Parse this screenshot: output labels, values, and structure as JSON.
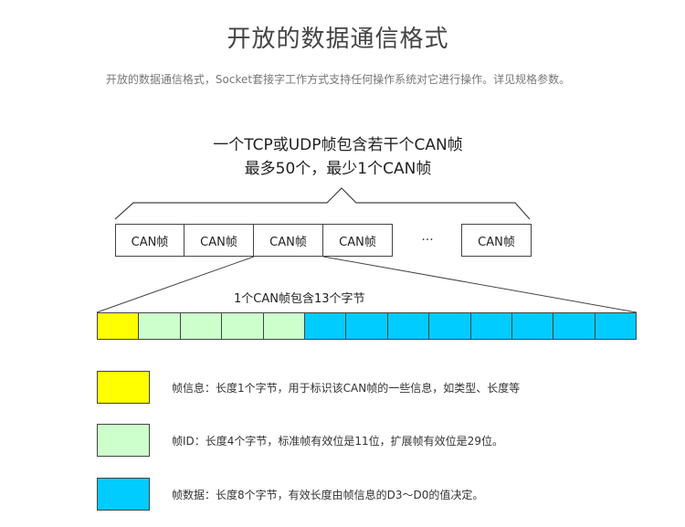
{
  "header": {
    "title": "开放的数据通信格式",
    "subtitle": "开放的数据通信格式，Socket套接字工作方式支持任何操作系统对它进行操作。详见规格参数。"
  },
  "diagram": {
    "headline_line1": "一个TCP或UDP帧包含若干个CAN帧",
    "headline_line2": "最多50个，最少1个CAN帧",
    "frames": [
      "CAN帧",
      "CAN帧",
      "CAN帧",
      "CAN帧",
      "CAN帧"
    ],
    "ellipsis": "···",
    "bytes_caption": "1个CAN帧包含13个字节",
    "byte_layout": {
      "info_bytes": 1,
      "id_bytes": 4,
      "data_bytes": 8
    }
  },
  "legend": {
    "items": [
      {
        "name": "frame-info",
        "color": "#ffff00",
        "text": "帧信息：长度1个字节，用于标识该CAN帧的一些信息，如类型、长度等"
      },
      {
        "name": "frame-id",
        "color": "#ccffcc",
        "text": "帧ID：长度4个字节，标准帧有效位是11位，扩展帧有效位是29位。"
      },
      {
        "name": "frame-data",
        "color": "#00ccff",
        "text": "帧数据：长度8个字节，有效长度由帧信息的D3～D0的值决定。"
      }
    ]
  }
}
